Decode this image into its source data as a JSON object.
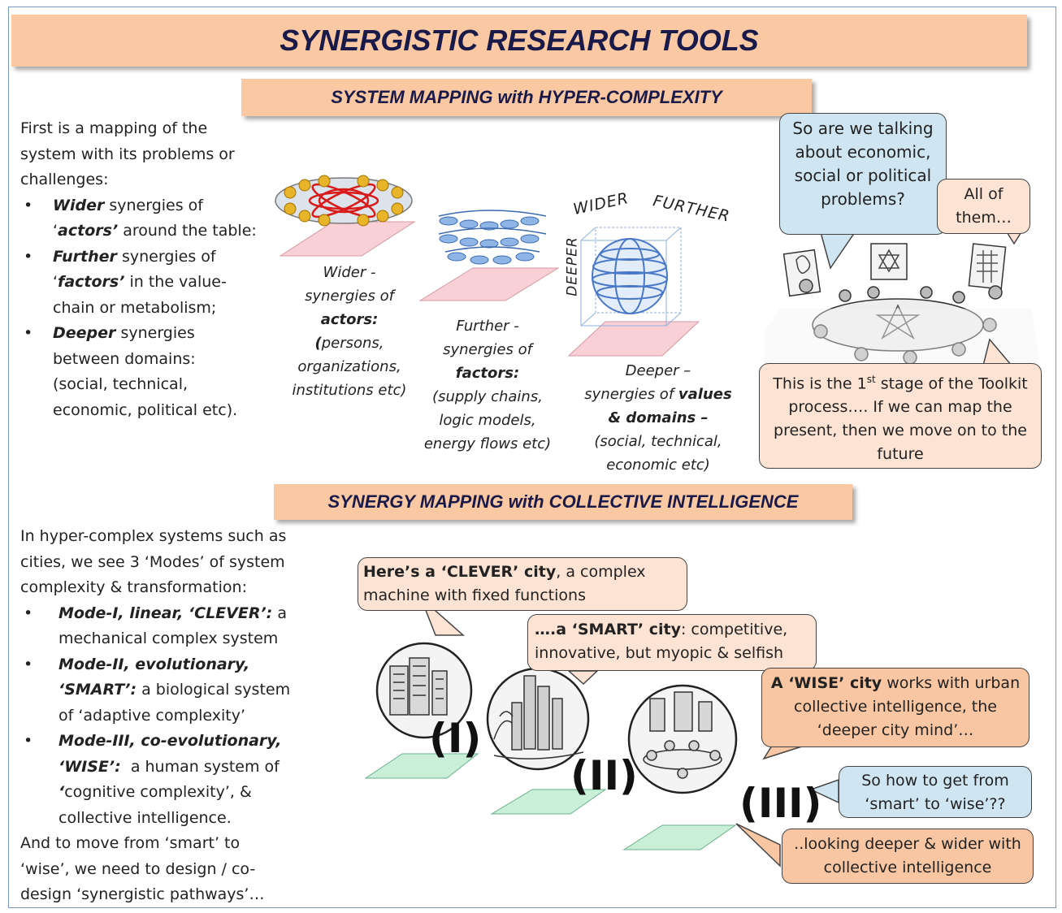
{
  "title": "SYNERGISTIC RESEARCH TOOLS",
  "section1": {
    "heading": "SYSTEM MAPPING with HYPER-COMPLEXITY",
    "intro": [
      "First is a mapping of the",
      "system with its problems or",
      "challenges:"
    ],
    "bullets": [
      {
        "b1": "Wider",
        "t1": " synergies of",
        "l2a": "‘",
        "b2": "actors’",
        "t2": " around the table:"
      },
      {
        "b1": "Further",
        "t1": " synergies of",
        "l2a": "‘",
        "b2": "factors’",
        "t2": " in the value-",
        "l3": "chain or metabolism;"
      },
      {
        "b1": "Deeper",
        "t1": " synergies",
        "l2": "between domains:",
        "l3": "(social, technical,",
        "l4": "economic, political etc)."
      }
    ],
    "bullet_char": "•",
    "wider_caption": {
      "l1": "Wider -",
      "l2": "synergies of",
      "l3": "actors:",
      "l4a": "(",
      "l4b": "persons,",
      "l5": "organizations,",
      "l6": "institutions etc)"
    },
    "further_caption": {
      "l1": "Further -",
      "l2": "synergies of",
      "l3": "factors:",
      "l4": "(supply chains,",
      "l5": "logic models,",
      "l6": "energy flows etc)"
    },
    "deeper_caption": {
      "l1": "Deeper –",
      "l2a": "synergies of ",
      "l2b": "values",
      "l3": "& domains –",
      "l4": "(social, technical,",
      "l5": "economic etc)"
    },
    "axis_wider": "WIDER",
    "axis_further": "FURTHER",
    "axis_deeper": "DEEPER",
    "bubble_question": "So are we talking about economic, social or political problems?",
    "bubble_answer": "All of them…",
    "bubble_stage": {
      "a": "This is the 1",
      "sup": "st",
      "b": " stage of the Toolkit process…. If we can map the present, then we move on to the future"
    }
  },
  "section2": {
    "heading": "SYNERGY MAPPING with COLLECTIVE INTELLIGENCE",
    "intro": [
      "In hyper-complex systems such as",
      "cities, we see 3 ‘Modes’ of system",
      "complexity & transformation:"
    ],
    "bullets": [
      {
        "b": "Mode-I, linear, ‘CLEVER’:",
        "t": " a",
        "l2": "mechanical complex system"
      },
      {
        "b": "Mode-II, evolutionary,",
        "b2": "‘SMART’:",
        "t2": " a biological system",
        "l3": "of ‘adaptive complexity’"
      },
      {
        "b": "Mode-III, co-evolutionary,",
        "b2": "‘WISE’:",
        "t2": "  a human system of",
        "l3a": "‘",
        "l3": "cognitive complexity’, &",
        "l4": "collective intelligence."
      }
    ],
    "outro": [
      "And to move from ‘smart’ to",
      "‘wise’, we need to design / co-",
      "design ‘synergistic pathways’…"
    ],
    "bubble_clever": {
      "bold": "Here’s a ‘CLEVER’ city",
      "rest": ", a complex machine with fixed functions"
    },
    "bubble_smart": {
      "bold": "….a ‘SMART’ city",
      "rest": ": competitive, innovative, but myopic & selfish"
    },
    "bubble_wise": {
      "bold": "A ‘WISE’ city",
      "rest": " works with urban collective intelligence, the ‘deeper city mind’…"
    },
    "bubble_how": "So how to get from ‘smart’ to ‘wise’??",
    "bubble_looking": "..looking deeper & wider with collective intelligence",
    "mode_labels": [
      "(I)",
      "(II)",
      "(III)"
    ]
  },
  "colors": {
    "banner": "#fac9a3",
    "blue_bubble": "#cfe5f1",
    "peach_bubble": "#fde3d3",
    "orange_bubble": "#f9c6a3",
    "pink_plane": "#f8d0d6",
    "green_plane": "#c9efd9"
  }
}
